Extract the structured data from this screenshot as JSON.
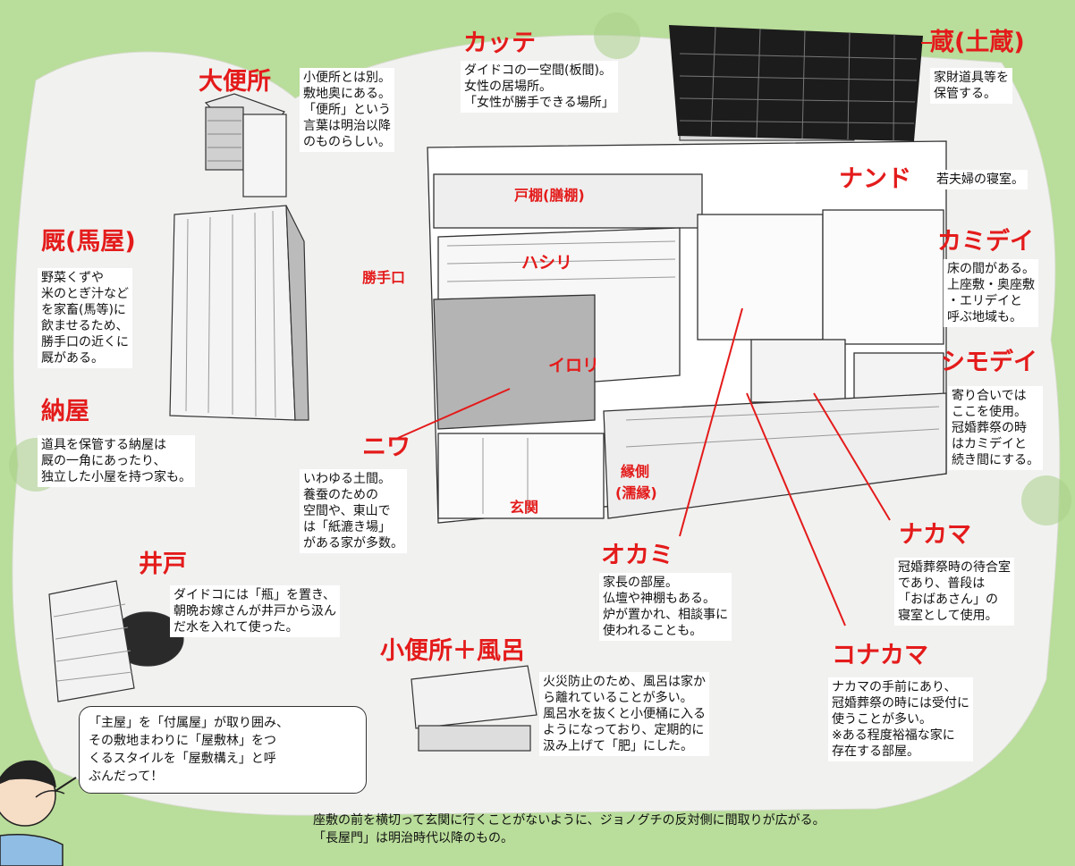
{
  "colors": {
    "label_red": "#e41b1b",
    "grass": "#b9dd9a",
    "ground": "#f1f2f0",
    "roof_dark": "#1c1c1c"
  },
  "labels": {
    "katte": "カッテ",
    "kura": "蔵(土蔵)",
    "daibenjo": "大便所",
    "umaya": "厩(馬屋)",
    "naya": "納屋",
    "nando": "ナンド",
    "kamidei": "カミデイ",
    "shimodei": "シモデイ",
    "todana": "戸棚(膳棚)",
    "hashiri": "ハシリ",
    "katteguchi": "勝手口",
    "irori": "イロリ",
    "niwa": "ニワ",
    "engawa_1": "縁側",
    "engawa_2": "(濡縁)",
    "genkan": "玄関",
    "okami": "オカミ",
    "nakama": "ナカマ",
    "konakama": "コナカマ",
    "ido": "井戸",
    "shoben": "小便所＋風呂"
  },
  "descriptions": {
    "katte": [
      "ダイドコの一空間(板間)。",
      "女性の居場所。",
      "「女性が勝手できる場所」"
    ],
    "kura": [
      "家財道具等を",
      "保管する。"
    ],
    "daibenjo": [
      "小便所とは別。",
      "敷地奥にある。",
      "「便所」という",
      "言葉は明治以降",
      "のものらしい。"
    ],
    "umaya": [
      "野菜くずや",
      "米のとぎ汁など",
      "を家畜(馬等)に",
      "飲ませるため、",
      "勝手口の近くに",
      "厩がある。"
    ],
    "naya": [
      "道具を保管する納屋は",
      "厩の一角にあったり、",
      "独立した小屋を持つ家も。"
    ],
    "nando": [
      "若夫婦の寝室。"
    ],
    "kamidei": [
      "床の間がある。",
      "上座敷・奥座敷",
      "・エリデイと",
      "呼ぶ地域も。"
    ],
    "shimodei": [
      "寄り合いでは",
      "ここを使用。",
      "冠婚葬祭の時",
      "はカミデイと",
      "続き間にする。"
    ],
    "niwa": [
      "いわゆる土間。",
      "養蚕のための",
      "空間や、東山で",
      "は「紙漉き場」",
      "がある家が多数。"
    ],
    "okami": [
      "家長の部屋。",
      "仏壇や神棚もある。",
      "炉が置かれ、相談事に",
      "使われることも。"
    ],
    "nakama": [
      "冠婚葬祭時の待合室",
      "であり、普段は",
      "「おばあさん」の",
      "寝室として使用。"
    ],
    "konakama": [
      "ナカマの手前にあり、",
      "冠婚葬祭の時には受付に",
      "使うことが多い。",
      "※ある程度裕福な家に",
      "存在する部屋。"
    ],
    "ido": [
      "ダイドコには「瓶」を置き、",
      "朝晩お嫁さんが井戸から汲ん",
      "だ水を入れて使った。"
    ],
    "shoben": [
      "火災防止のため、風呂は家か",
      "ら離れていることが多い。",
      "風呂水を抜くと小便桶に入る",
      "ようになっており、定期的に",
      "汲み上げて「肥」にした。"
    ]
  },
  "bubble": [
    "「主屋」を「付属屋」が取り囲み、",
    "その敷地まわりに「屋敷林」をつ",
    "くるスタイルを「屋敷構え」と呼",
    "ぶんだって！"
  ],
  "footer": [
    "座敷の前を横切って玄関に行くことがないように、ジョノグチの反対側に間取りが広がる。",
    "「長屋門」は明治時代以降のもの。"
  ]
}
